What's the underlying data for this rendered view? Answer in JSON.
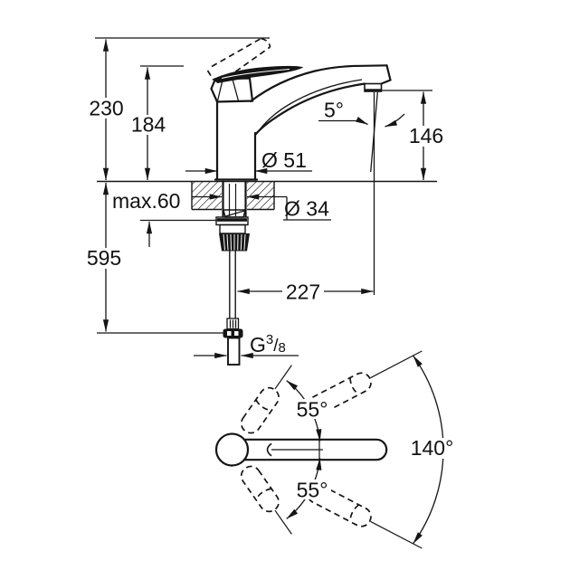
{
  "side_view": {
    "overall_height": "230",
    "handle_top_height": "184",
    "max_mounting_thickness": "max.60",
    "supply_hose_length": "595",
    "base_diameter": "Ø 51",
    "hole_diameter": "Ø 34",
    "spout_outlet_height": "146",
    "outlet_angle": "5°",
    "spout_reach": "227",
    "thread": {
      "g": "G",
      "numerator": "3",
      "slash": "/",
      "denominator": "8"
    }
  },
  "top_view": {
    "handle_swing_upper": "55°",
    "handle_swing_lower": "55°",
    "swivel_range": "140°"
  },
  "colors": {
    "ink": "#151515",
    "background": "#ffffff"
  }
}
